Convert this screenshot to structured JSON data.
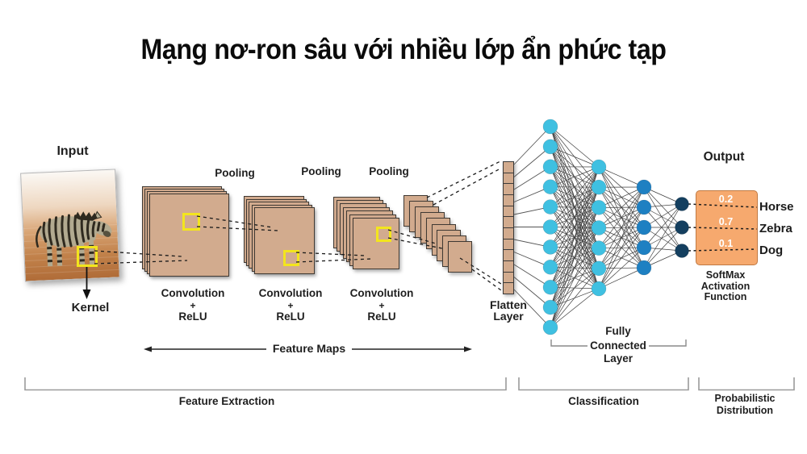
{
  "title": "Mạng nơ-ron sâu với nhiều lớp ẩn phức tạp",
  "input": {
    "label": "Input",
    "kernel_label": "Kernel"
  },
  "conv_blocks": [
    {
      "pooling": "Pooling",
      "conv": "Convolution",
      "plus": "+",
      "relu": "ReLU"
    },
    {
      "pooling": "Pooling",
      "conv": "Convolution",
      "plus": "+",
      "relu": "ReLU"
    },
    {
      "pooling": "Pooling",
      "conv": "Convolution",
      "plus": "+",
      "relu": "ReLU"
    }
  ],
  "feature_maps_label": "Feature Maps",
  "flatten": {
    "label_line1": "Flatten",
    "label_line2": "Layer",
    "cells": 12
  },
  "network": {
    "layers": [
      {
        "name": "hidden-1",
        "count": 11,
        "color": "#3fc0e1"
      },
      {
        "name": "hidden-2",
        "count": 7,
        "color": "#3fc0e1"
      },
      {
        "name": "hidden-3",
        "count": 5,
        "color": "#1e80c2"
      },
      {
        "name": "output-nodes",
        "count": 3,
        "color": "#143f5f"
      }
    ]
  },
  "fully_connected": {
    "line1": "Fully",
    "line2": "Connected",
    "line3": "Layer"
  },
  "output": {
    "label": "Output",
    "softmax_line1": "SoftMax",
    "softmax_line2": "Activation",
    "softmax_line3": "Function",
    "box_color": "#f6a96e",
    "predictions": [
      {
        "value": "0.2",
        "class": "Horse"
      },
      {
        "value": "0.7",
        "class": "Zebra"
      },
      {
        "value": "0.1",
        "class": "Dog"
      }
    ]
  },
  "sections": [
    {
      "label": "Feature Extraction"
    },
    {
      "label": "Classification"
    },
    {
      "label_line1": "Probabilistic",
      "label_line2": "Distribution"
    }
  ]
}
